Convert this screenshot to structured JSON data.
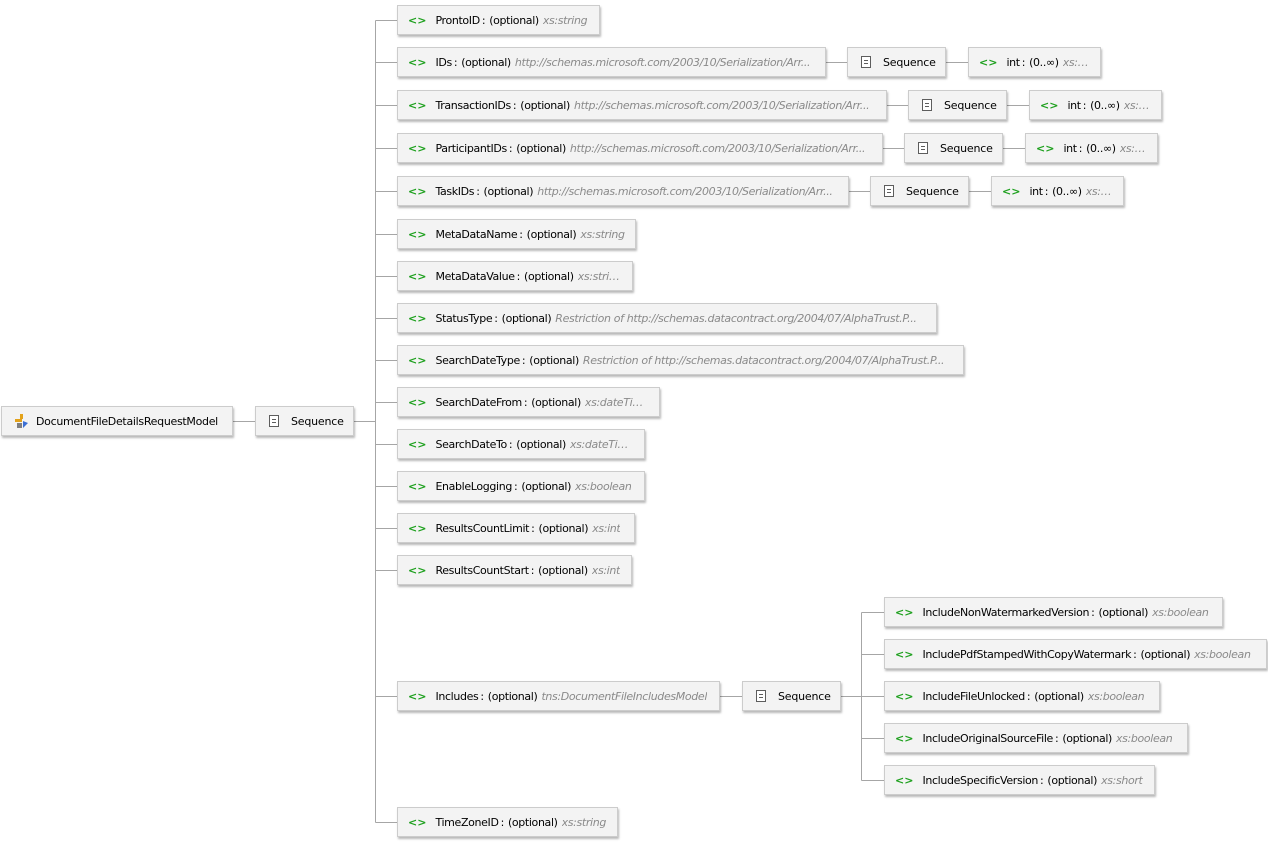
{
  "root": {
    "label": "DocumentFileDetailsRequestModel",
    "icon": "complex-type-icon"
  },
  "main_sequence": {
    "label": "Sequence",
    "icon": "sequence-icon"
  },
  "elements": [
    {
      "id": "prontoid",
      "name": "ProntoID",
      "qualifier": "(optional)",
      "type": "xs:string"
    },
    {
      "id": "ids",
      "name": "IDs",
      "qualifier": "(optional)",
      "type": "http://schemas.microsoft.com/2003/10/Serialization/Arr...",
      "sequence": "Sequence",
      "child": {
        "name": "int",
        "cardinality": "(0..∞)",
        "type": "xs:int"
      }
    },
    {
      "id": "transactionids",
      "name": "TransactionIDs",
      "qualifier": "(optional)",
      "type": "http://schemas.microsoft.com/2003/10/Serialization/Arr...",
      "sequence": "Sequence",
      "child": {
        "name": "int",
        "cardinality": "(0..∞)",
        "type": "xs:int"
      }
    },
    {
      "id": "participantids",
      "name": "ParticipantIDs",
      "qualifier": "(optional)",
      "type": "http://schemas.microsoft.com/2003/10/Serialization/Arr...",
      "sequence": "Sequence",
      "child": {
        "name": "int",
        "cardinality": "(0..∞)",
        "type": "xs:int"
      }
    },
    {
      "id": "taskids",
      "name": "TaskIDs",
      "qualifier": "(optional)",
      "type": "http://schemas.microsoft.com/2003/10/Serialization/Arr...",
      "sequence": "Sequence",
      "child": {
        "name": "int",
        "cardinality": "(0..∞)",
        "type": "xs:int"
      }
    },
    {
      "id": "metadataname",
      "name": "MetaDataName",
      "qualifier": "(optional)",
      "type": "xs:string"
    },
    {
      "id": "metadatavalue",
      "name": "MetaDataValue",
      "qualifier": "(optional)",
      "type": "xs:string"
    },
    {
      "id": "statustype",
      "name": "StatusType",
      "qualifier": "(optional)",
      "type": "Restriction of http://schemas.datacontract.org/2004/07/AlphaTrust.P..."
    },
    {
      "id": "searchdatetype",
      "name": "SearchDateType",
      "qualifier": "(optional)",
      "type": "Restriction of http://schemas.datacontract.org/2004/07/AlphaTrust.P..."
    },
    {
      "id": "searchdatefrom",
      "name": "SearchDateFrom",
      "qualifier": "(optional)",
      "type": "xs:dateTime"
    },
    {
      "id": "searchdateto",
      "name": "SearchDateTo",
      "qualifier": "(optional)",
      "type": "xs:dateTime"
    },
    {
      "id": "enablelogging",
      "name": "EnableLogging",
      "qualifier": "(optional)",
      "type": "xs:boolean"
    },
    {
      "id": "resultscountlimit",
      "name": "ResultsCountLimit",
      "qualifier": "(optional)",
      "type": "xs:int"
    },
    {
      "id": "resultscountstart",
      "name": "ResultsCountStart",
      "qualifier": "(optional)",
      "type": "xs:int"
    },
    {
      "id": "includes",
      "name": "Includes",
      "qualifier": "(optional)",
      "type": "tns:DocumentFileIncludesModel",
      "sequence": "Sequence"
    },
    {
      "id": "timezoneid",
      "name": "TimeZoneID",
      "qualifier": "(optional)",
      "type": "xs:string"
    }
  ],
  "includes_children": [
    {
      "id": "includenonwatermarkedversion",
      "name": "IncludeNonWatermarkedVersion",
      "qualifier": "(optional)",
      "type": "xs:boolean"
    },
    {
      "id": "includepdfstampedwithcopywatermark",
      "name": "IncludePdfStampedWithCopyWatermark",
      "qualifier": "(optional)",
      "type": "xs:boolean"
    },
    {
      "id": "includefileunlocked",
      "name": "IncludeFileUnlocked",
      "qualifier": "(optional)",
      "type": "xs:boolean"
    },
    {
      "id": "includeoriginalsourcefile",
      "name": "IncludeOriginalSourceFile",
      "qualifier": "(optional)",
      "type": "xs:boolean"
    },
    {
      "id": "includespecificversion",
      "name": "IncludeSpecificVersion",
      "qualifier": "(optional)",
      "type": "xs:short"
    }
  ]
}
